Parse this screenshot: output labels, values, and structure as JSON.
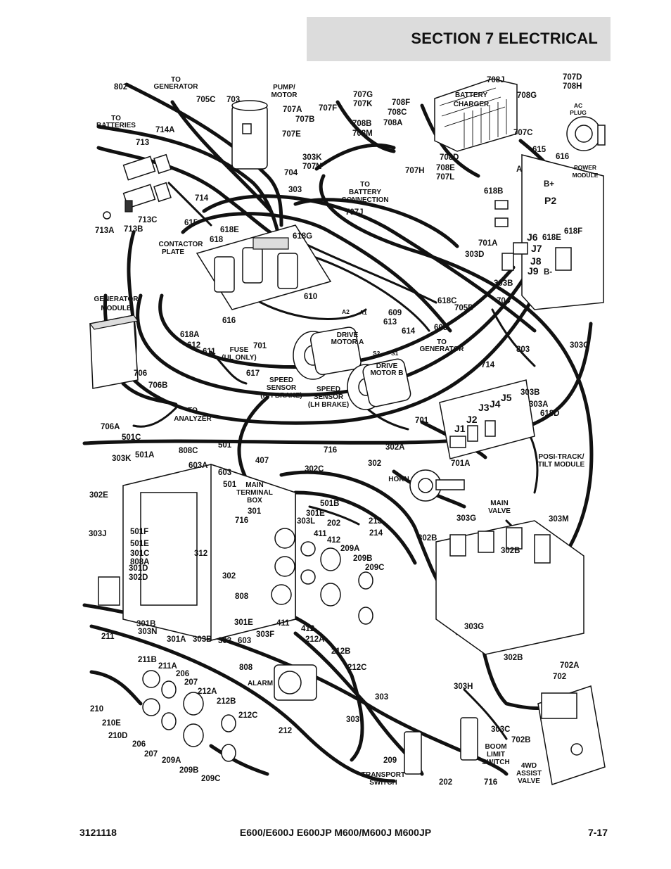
{
  "header": {
    "title": "SECTION 7   ELECTRICAL"
  },
  "footer": {
    "doc_number": "3121118",
    "models": "E600/E600J E600JP M600/M600J M600JP",
    "page": "7-17"
  },
  "components": {
    "to_generator_top": [
      "TO",
      "GENERATOR"
    ],
    "pump_motor": [
      "PUMP/",
      "MOTOR"
    ],
    "battery_charger": [
      "BATTERY",
      "CHARGER"
    ],
    "ac_plug": [
      "AC",
      "PLUG"
    ],
    "power_module": [
      "POWER",
      "MODULE"
    ],
    "to_batteries": [
      "TO",
      "BATTERIES"
    ],
    "to_battery_connection": [
      "TO",
      "BATTERY",
      "CONNECTION"
    ],
    "contactor_plate": [
      "CONTACTOR",
      "PLATE"
    ],
    "generator_module": [
      "GENERATOR",
      "MODULE"
    ],
    "drive_motor_a": [
      "DRIVE",
      "MOTOR A"
    ],
    "drive_motor_b": [
      "DRIVE",
      "MOTOR B"
    ],
    "to_generator_mid": [
      "TO",
      "GENERATOR"
    ],
    "fuse": [
      "FUSE",
      "(UL ONLY)"
    ],
    "speed_sensor_rh": [
      "SPEED",
      "SENSOR",
      "(RH BRAKE)"
    ],
    "speed_sensor_lh": [
      "SPEED",
      "SENSOR",
      "(LH BRAKE)"
    ],
    "to_analyzer": [
      "TO",
      "ANALYZER"
    ],
    "posi_track": [
      "POSI-TRACK/",
      "TILT MODULE"
    ],
    "main_terminal_box": [
      "MAIN",
      "TERMINAL",
      "BOX"
    ],
    "horn": [
      "HORN"
    ],
    "main_valve": [
      "MAIN",
      "VALVE"
    ],
    "alarm": [
      "ALARM"
    ],
    "transport_switch": [
      "TRANSPORT",
      "SWITCH"
    ],
    "boom_limit_switch": [
      "BOOM",
      "LIMIT",
      "SWITCH"
    ],
    "assist_valve": [
      "4WD",
      "ASSIST",
      "VALVE"
    ]
  },
  "callouts": [
    "802",
    "705C",
    "703",
    "707A",
    "707B",
    "707F",
    "707G",
    "707K",
    "707E",
    "708F",
    "708C",
    "708A",
    "708B",
    "708M",
    "708J",
    "708G",
    "707D",
    "708H",
    "707C",
    "713",
    "714A",
    "714",
    "713C",
    "713A",
    "713B",
    "704",
    "303K",
    "707N",
    "303",
    "708D",
    "707H",
    "708E",
    "707L",
    "615",
    "616",
    "707J",
    "618B",
    "618F",
    "618E",
    "701A",
    "303D",
    "303B",
    "615",
    "618E",
    "618",
    "618G",
    "618A",
    "618C",
    "705D",
    "704",
    "803",
    "303C",
    "610",
    "609",
    "613",
    "614",
    "608",
    "A2",
    "A1",
    "S2",
    "S1",
    "616",
    "612",
    "611",
    "701",
    "617",
    "714",
    "706",
    "706B",
    "706A",
    "501C",
    "501",
    "808C",
    "303K",
    "501A",
    "603A",
    "603",
    "407",
    "302C",
    "716",
    "302A",
    "302",
    "302E",
    "501",
    "501B",
    "301",
    "716",
    "303J",
    "501F",
    "501E",
    "301C",
    "808A",
    "301D",
    "302D",
    "312",
    "302",
    "808",
    "301E",
    "303L",
    "202",
    "213",
    "214",
    "411",
    "412",
    "209A",
    "209B",
    "209C",
    "301B",
    "303N",
    "301A",
    "303B",
    "303",
    "603",
    "301E",
    "303F",
    "411",
    "412",
    "212A",
    "212B",
    "212C",
    "808",
    "211",
    "211B",
    "211A",
    "206",
    "207",
    "212A",
    "212B",
    "212C",
    "210",
    "210E",
    "210D",
    "206",
    "207",
    "209A",
    "209B",
    "209C",
    "212",
    "303",
    "303",
    "209",
    "202",
    "303G",
    "303M",
    "302B",
    "302B",
    "303G",
    "302B",
    "303H",
    "702A",
    "702",
    "303C",
    "702B",
    "716",
    "303B",
    "303A",
    "618D",
    "701",
    "701A",
    "J1",
    "J2",
    "J3",
    "J4",
    "J5",
    "J6",
    "J7",
    "J8",
    "J9",
    "P2",
    "A",
    "B-",
    "B+"
  ]
}
